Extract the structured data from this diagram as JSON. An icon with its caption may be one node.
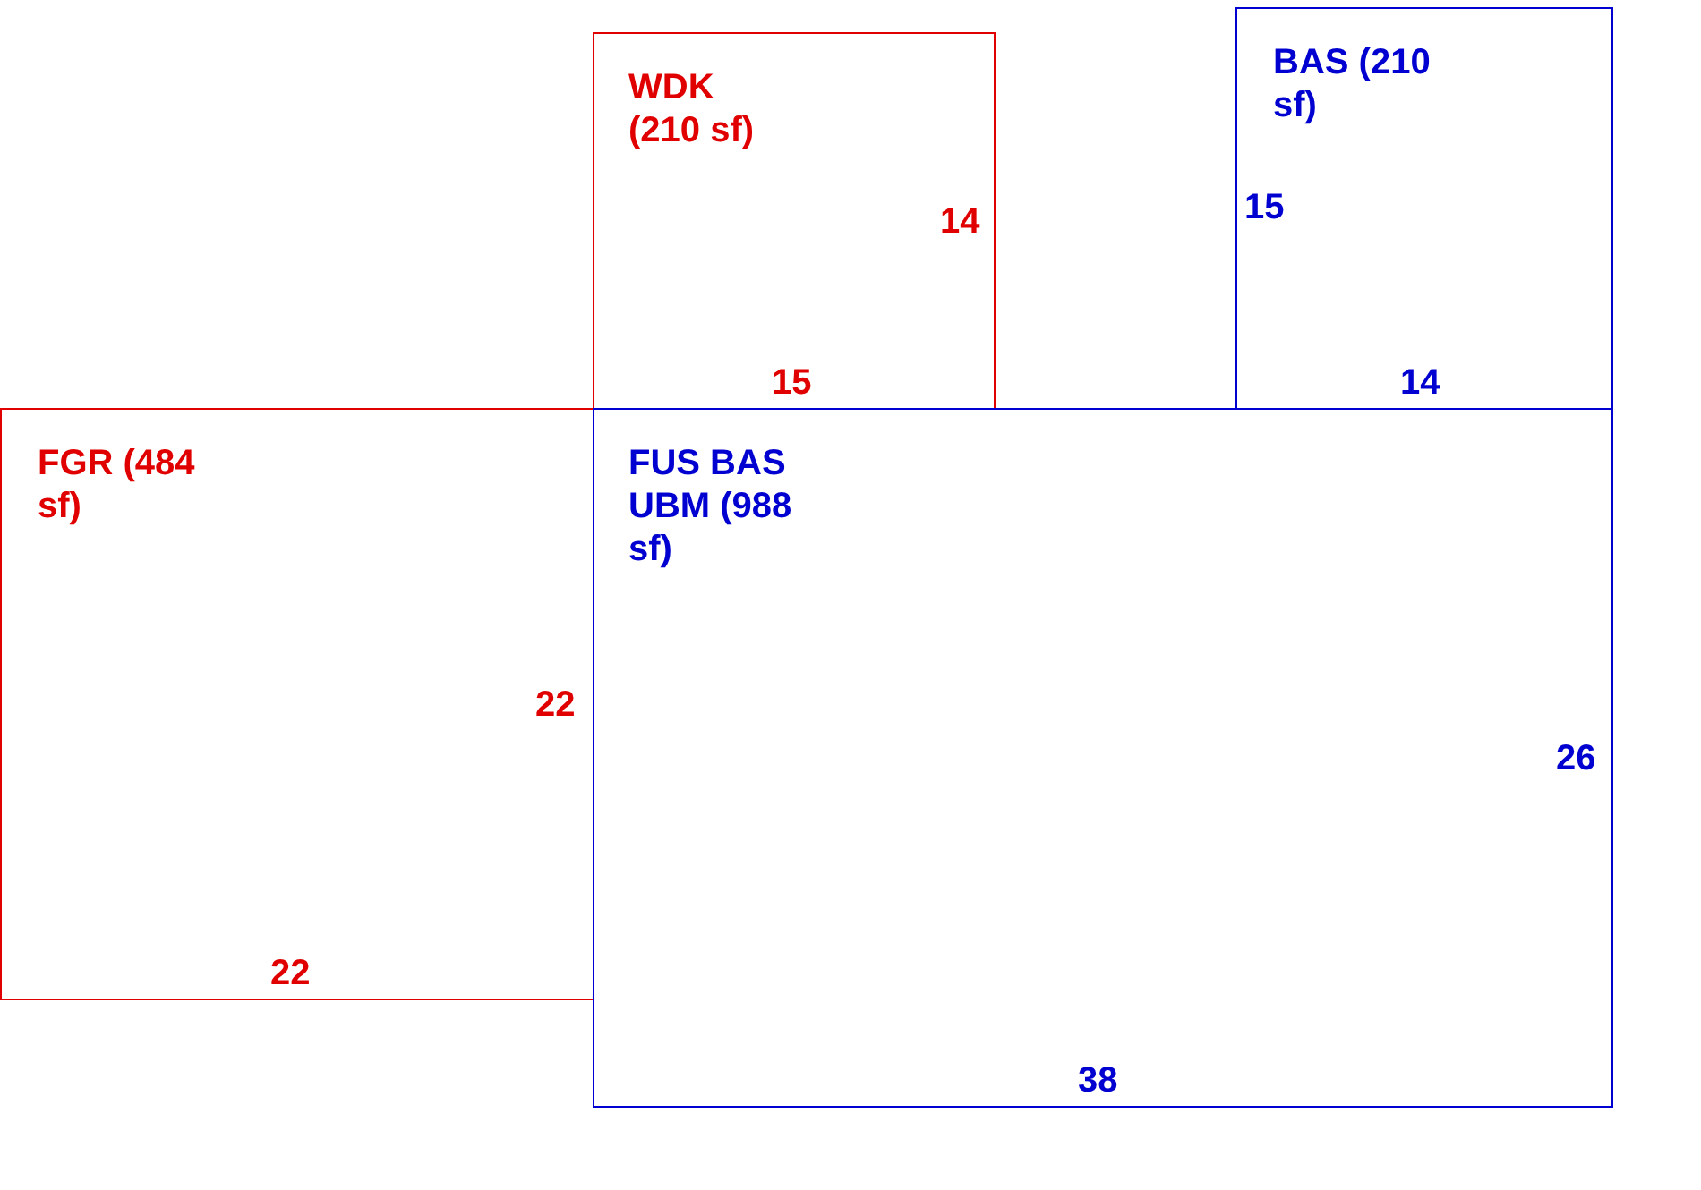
{
  "diagram": {
    "nodes": [
      {
        "text": [
          "WDK (210 sf)",
          "14",
          "15"
        ]
      },
      {
        "text": [
          "BAS (210 sf)",
          "15",
          "14"
        ]
      },
      {
        "text": [
          "FGR (484 sf)",
          "22",
          "22"
        ]
      },
      {
        "text": [
          "FUS BAS UBM (988 sf)",
          "26",
          "38"
        ]
      }
    ]
  }
}
